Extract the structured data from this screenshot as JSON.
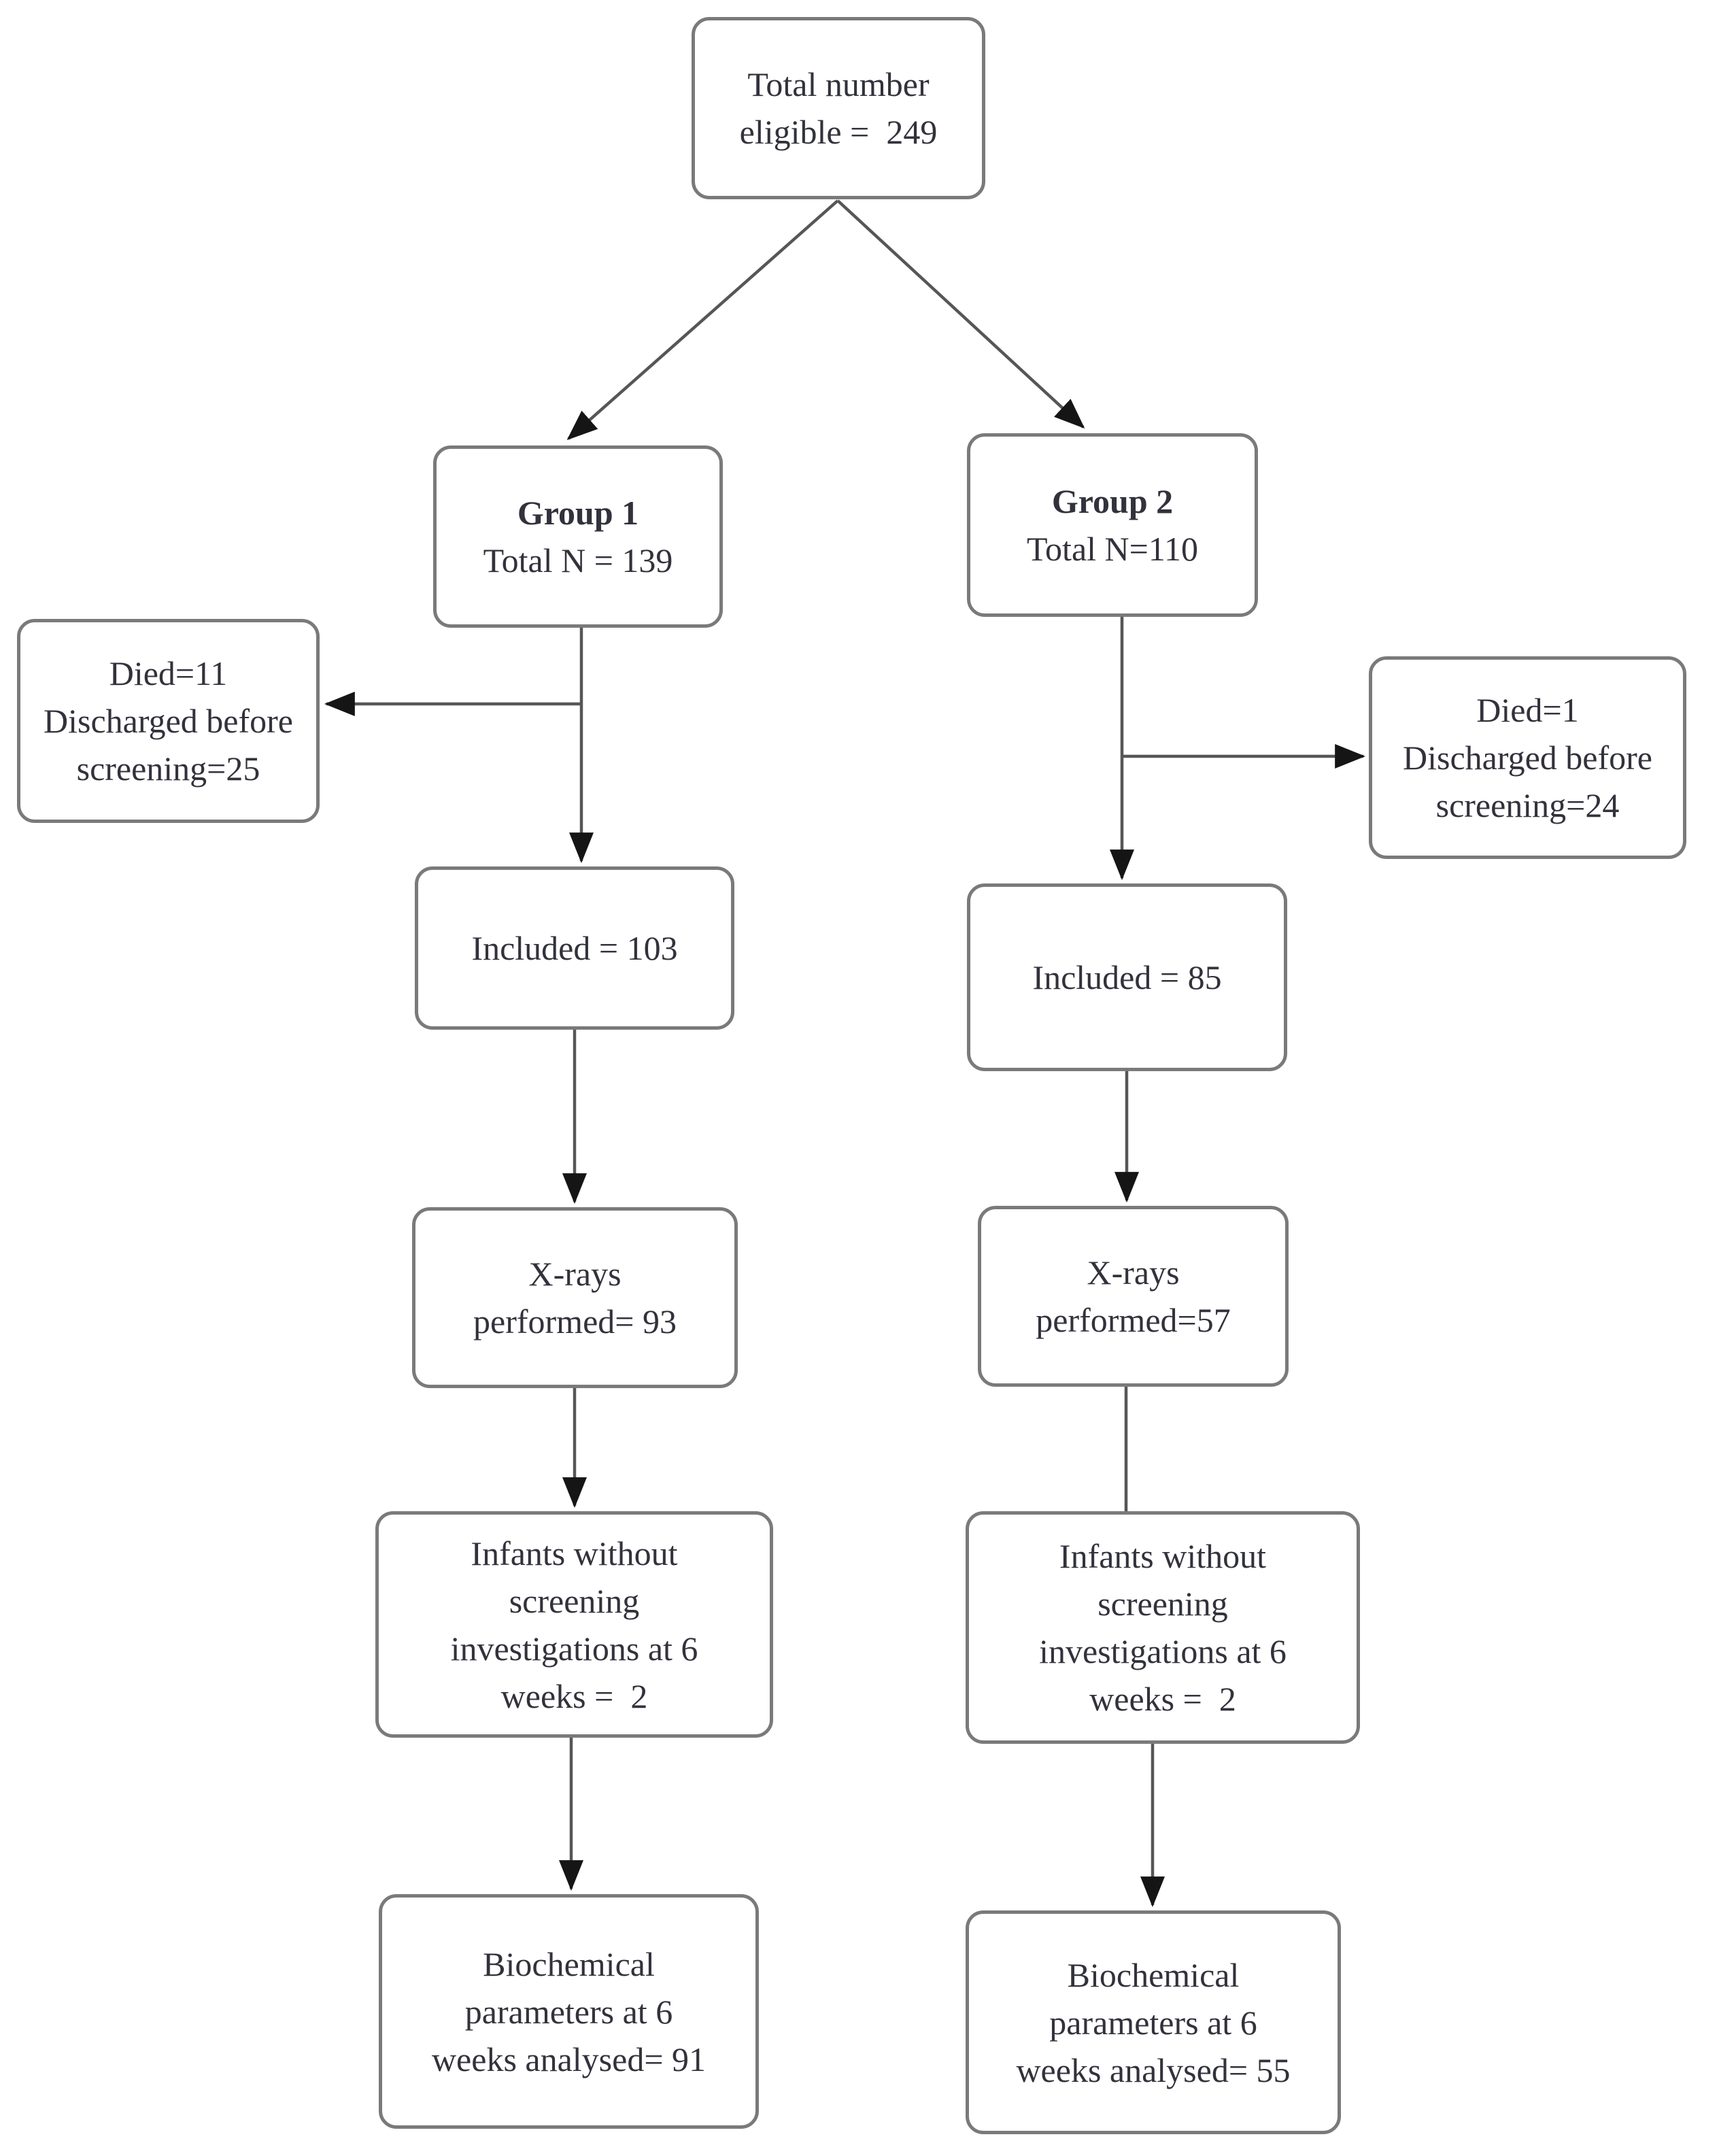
{
  "colors": {
    "box_border": "#7a7a7a",
    "connector": "#565656",
    "arrowhead": "#151515",
    "text": "#32323c",
    "page_bg": "#ffffff"
  },
  "boxes": {
    "total": {
      "lines": [
        "Total number",
        "eligible =  249"
      ]
    },
    "group1": {
      "title": "Group 1",
      "subtitle": "Total N = 139"
    },
    "group2": {
      "title": "Group 2",
      "subtitle": "Total N=110"
    },
    "excluded1": {
      "lines": [
        "Died=11",
        "Discharged before",
        "screening=25"
      ]
    },
    "excluded2": {
      "lines": [
        "Died=1",
        "Discharged before",
        "screening=24"
      ]
    },
    "included1": {
      "lines": [
        "Included = 103"
      ]
    },
    "included2": {
      "lines": [
        "Included = 85"
      ]
    },
    "xrays1": {
      "lines": [
        "X-rays",
        "performed= 93"
      ]
    },
    "xrays2": {
      "lines": [
        "X-rays",
        "performed=57"
      ]
    },
    "infants1": {
      "lines": [
        "Infants without",
        "screening",
        "investigations at 6",
        "weeks =  2"
      ]
    },
    "infants2": {
      "lines": [
        "Infants without",
        "screening",
        "investigations at 6",
        "weeks =  2"
      ]
    },
    "biochem1": {
      "lines": [
        "Biochemical",
        "parameters at 6",
        "weeks analysed= 91"
      ]
    },
    "biochem2": {
      "lines": [
        "Biochemical",
        "parameters at 6",
        "weeks analysed= 55"
      ]
    }
  }
}
